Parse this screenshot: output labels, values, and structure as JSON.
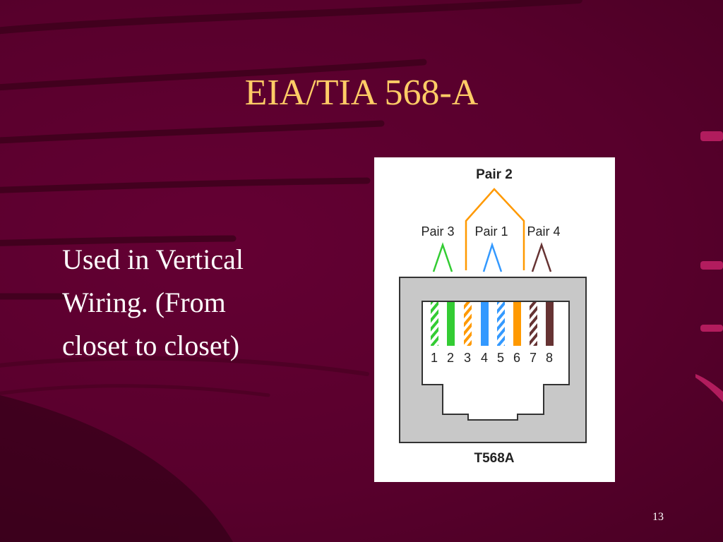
{
  "slide": {
    "title": "EIA/TIA 568-A",
    "body_lines": [
      "Used in Vertical",
      "Wiring. (From",
      "closet to closet)"
    ],
    "page_number": "13"
  },
  "diagram": {
    "top_label": "Pair 2",
    "pair_labels": [
      "Pair 3",
      "Pair 1",
      "Pair 4"
    ],
    "pin_numbers": [
      "1",
      "2",
      "3",
      "4",
      "5",
      "6",
      "7",
      "8"
    ],
    "caption": "T568A",
    "colors": {
      "green": "#33cc33",
      "orange": "#ff9900",
      "blue": "#3399ff",
      "brown": "#663333",
      "jack_gray": "#c8c8c8"
    },
    "wire_colors": [
      "white-green",
      "green",
      "white-orange",
      "blue",
      "white-blue",
      "orange",
      "white-brown",
      "brown"
    ]
  },
  "theme": {
    "background": "#5c002e",
    "title_color": "#ffcc66",
    "text_color": "#ffffff"
  }
}
